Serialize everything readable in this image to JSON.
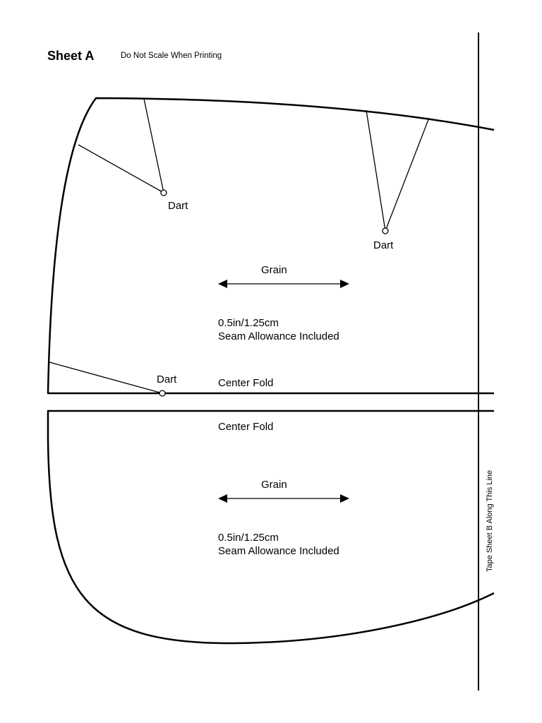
{
  "header": {
    "sheet_title": "Sheet A",
    "print_note": "Do Not Scale When Printing"
  },
  "upper_piece": {
    "darts": [
      {
        "label": "Dart"
      },
      {
        "label": "Dart"
      },
      {
        "label": "Dart"
      }
    ],
    "grain_label": "Grain",
    "seam_allowance_line1": "0.5in/1.25cm",
    "seam_allowance_line2": "Seam Allowance Included",
    "fold_label": "Center Fold"
  },
  "lower_piece": {
    "fold_label": "Center Fold",
    "grain_label": "Grain",
    "seam_allowance_line1": "0.5in/1.25cm",
    "seam_allowance_line2": "Seam Allowance Included"
  },
  "tape_line_label": "Tape Sheet B Along This Line"
}
